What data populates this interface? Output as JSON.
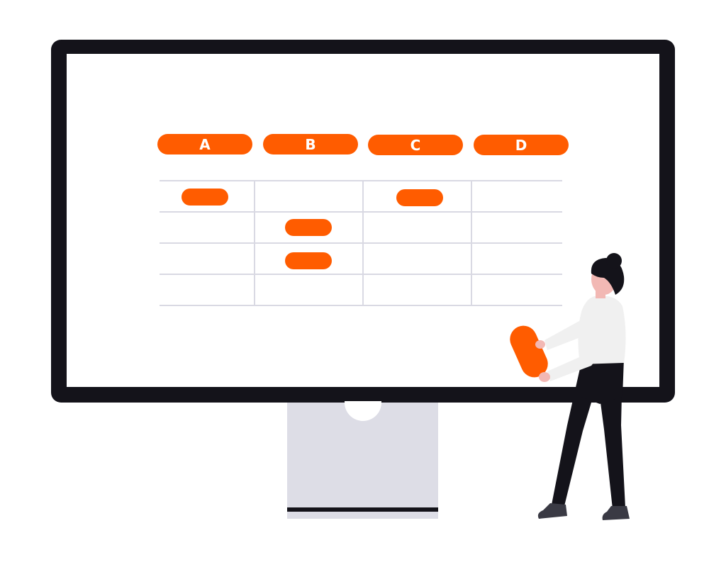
{
  "columns": [
    {
      "label": "A"
    },
    {
      "label": "B"
    },
    {
      "label": "C"
    },
    {
      "label": "D"
    }
  ],
  "table": {
    "rows": 4,
    "columns": 4,
    "filled_cells": [
      {
        "row": 1,
        "col": 1
      },
      {
        "row": 1,
        "col": 3
      },
      {
        "row": 2,
        "col": 2
      },
      {
        "row": 3,
        "col": 2
      }
    ]
  },
  "colors": {
    "accent": "#FF5C00",
    "monitor_bezel": "#14131A",
    "screen": "#FFFFFF",
    "grid_line": "#D9D9E3",
    "stand": "#DDDDE6",
    "sweater": "#F0F0F0",
    "skin": "#F2B8B4",
    "hair": "#14131A",
    "trousers": "#14131A",
    "shoes": "#3A3A44"
  },
  "icons": {
    "person": "person-holding-block-illustration",
    "monitor": "monitor-illustration"
  }
}
